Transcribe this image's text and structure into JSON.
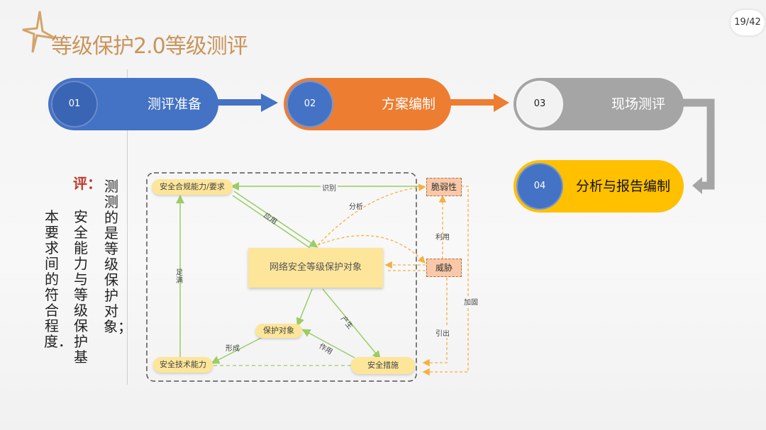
{
  "slide": {
    "title": "等级保护2.0等级测评",
    "page_number": "19/42"
  },
  "steps": [
    {
      "num": "01",
      "label": "测评准备",
      "color": "#4472c4"
    },
    {
      "num": "02",
      "label": "方案编制",
      "color": "#ed7d31"
    },
    {
      "num": "03",
      "label": "现场测评",
      "color": "#a5a5a5"
    },
    {
      "num": "04",
      "label": "分析与报告编制",
      "color": "#ffc000"
    }
  ],
  "definition": {
    "col1": "测测的是等级保护对象；",
    "col2_head": "评：",
    "col2": "安全能力与等级保护基",
    "col3": "本要求间的符合程度．"
  },
  "diagram": {
    "nodes": {
      "compliance": "安全合规能力/要求",
      "center": "网络安全等级保护对象",
      "protect_obj": "保护对象",
      "tech_capability": "安全技术能力",
      "measures": "安全措施",
      "vulnerability": "脆弱性",
      "threat": "威胁"
    },
    "edges": {
      "identify": "识别",
      "analyze": "分析",
      "apply": "应用",
      "exploit": "利用",
      "satisfy": "足满",
      "form": "形成",
      "act": "作用",
      "produce": "产生",
      "reinforce": "加固",
      "induce": "引出"
    }
  }
}
